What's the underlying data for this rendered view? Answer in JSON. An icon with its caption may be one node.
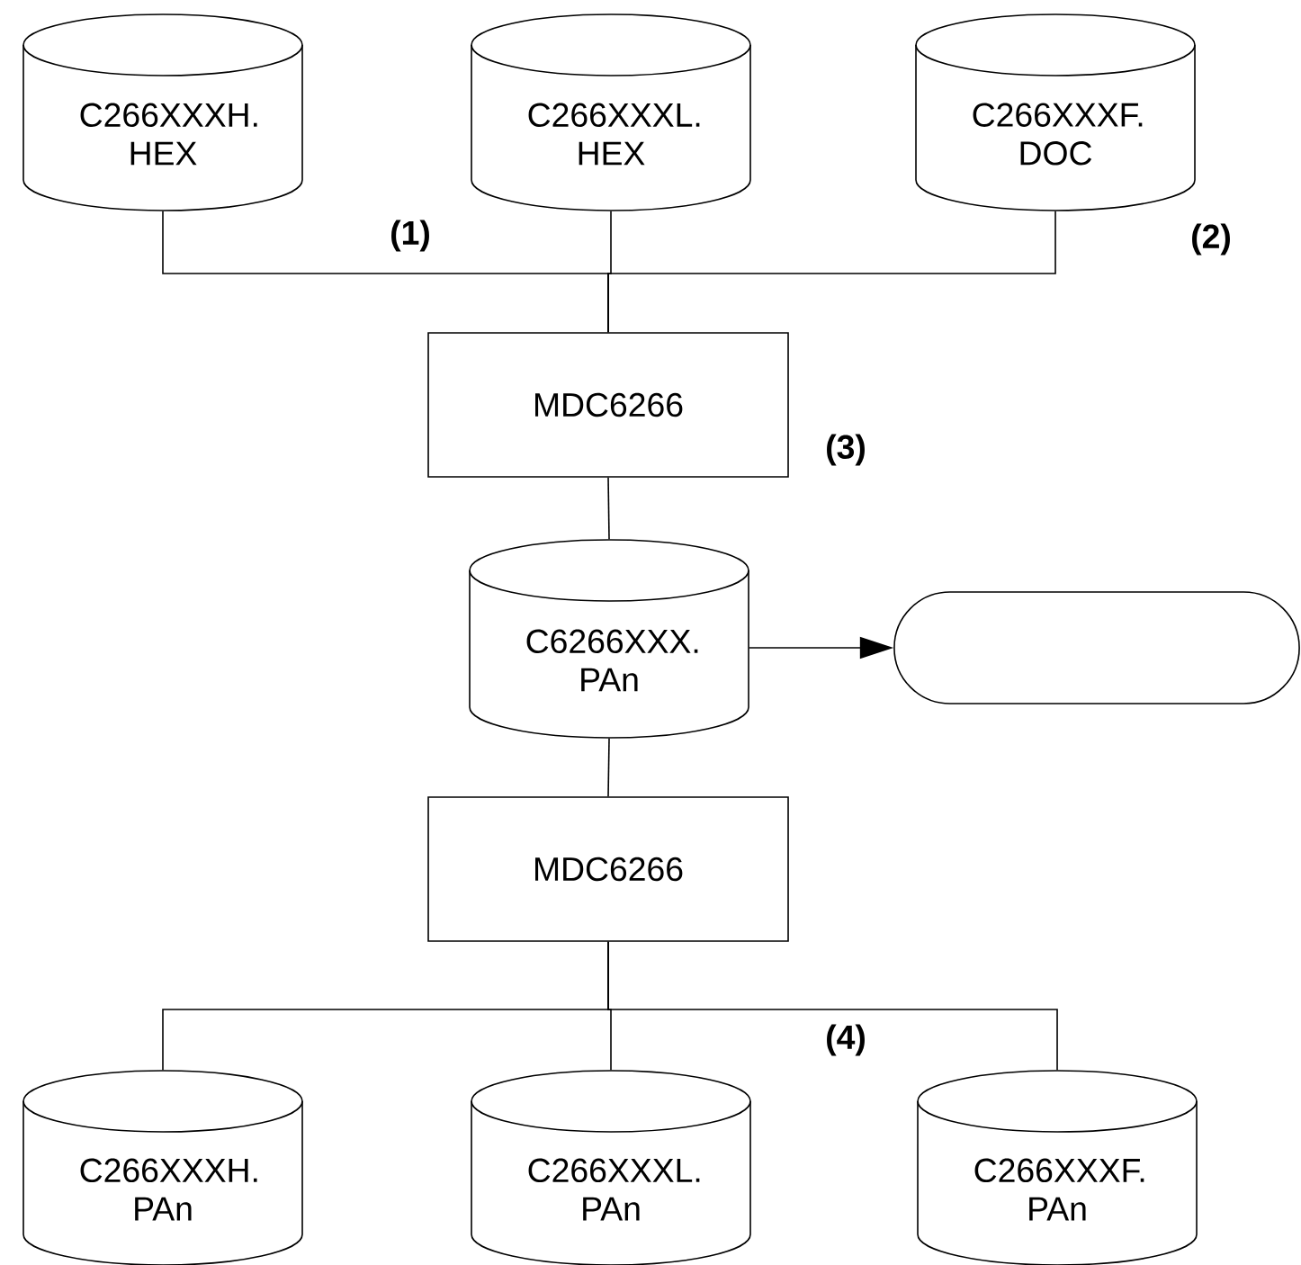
{
  "diagram": {
    "nodes": [
      {
        "text": [
          "C266XXXH. HEX"
        ]
      },
      {
        "text": [
          "C266XXXL. HEX"
        ]
      },
      {
        "text": [
          "C266XXXF. DOC"
        ]
      },
      {
        "text": [
          "MDC6266"
        ]
      },
      {
        "text": [
          "C6266XXX. PAn"
        ]
      },
      {
        "text": [],
        "shape": "box"
      },
      {
        "text": [
          "MDC6266"
        ]
      },
      {
        "text": [
          "C266XXXH. PAn"
        ]
      },
      {
        "text": [
          "C266XXXL. PAn"
        ]
      },
      {
        "text": [
          "C266XXXF. PAn"
        ]
      }
    ],
    "edges": [
      {
        "from": 0,
        "to": 3,
        "arrow": "none"
      },
      {
        "from": 1,
        "to": 3,
        "arrow": "none"
      },
      {
        "from": 2,
        "to": 3,
        "arrow": "none"
      },
      {
        "from": 3,
        "to": 4,
        "arrow": "none"
      },
      {
        "from": 4,
        "to": 5,
        "arrow": "to"
      },
      {
        "from": 4,
        "to": 6,
        "arrow": "none"
      },
      {
        "from": 6,
        "to": 7,
        "arrow": "none"
      },
      {
        "from": 6,
        "to": 8,
        "arrow": "none"
      },
      {
        "from": 6,
        "to": 9,
        "arrow": "none"
      }
    ],
    "labels": [
      "(1)",
      "(2)",
      "(3)",
      "(4)"
    ]
  }
}
